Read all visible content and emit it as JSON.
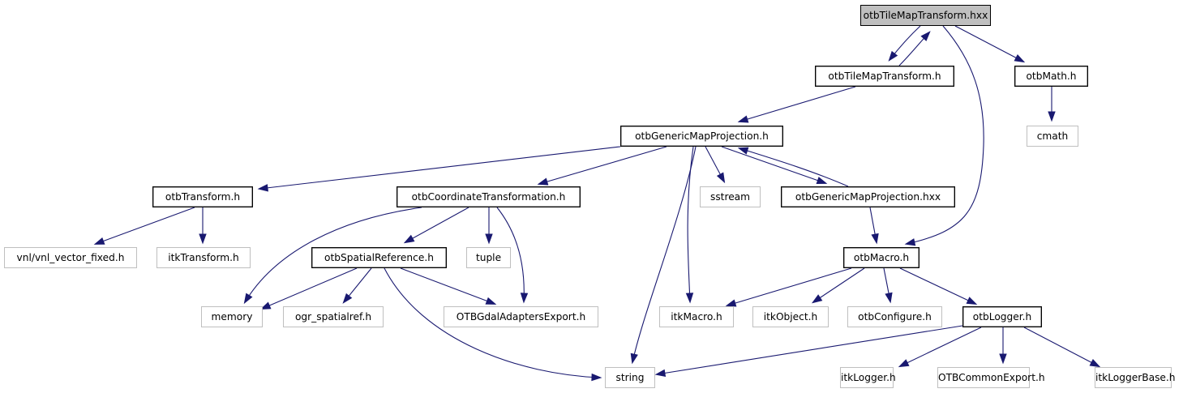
{
  "diagram": {
    "title": "otbTileMapTransform.hxx",
    "colors": {
      "edge": "#191970",
      "root_fill": "#bfbfbf",
      "local_border": "#000000",
      "system_border": "#bfbfbf"
    },
    "nodes": [
      {
        "id": "tilemap_hxx",
        "label": "otbTileMapTransform.hxx",
        "kind": "root"
      },
      {
        "id": "tilemap_h",
        "label": "otbTileMapTransform.h",
        "kind": "local"
      },
      {
        "id": "otbmath",
        "label": "otbMath.h",
        "kind": "local"
      },
      {
        "id": "cmath",
        "label": "cmath",
        "kind": "system"
      },
      {
        "id": "genericmap_h",
        "label": "otbGenericMapProjection.h",
        "kind": "local"
      },
      {
        "id": "transform_h",
        "label": "otbTransform.h",
        "kind": "local"
      },
      {
        "id": "coordtrans_h",
        "label": "otbCoordinateTransformation.h",
        "kind": "local"
      },
      {
        "id": "sstream",
        "label": "sstream",
        "kind": "system"
      },
      {
        "id": "genericmap_hxx",
        "label": "otbGenericMapProjection.hxx",
        "kind": "local"
      },
      {
        "id": "vnl",
        "label": "vnl/vnl_vector_fixed.h",
        "kind": "system"
      },
      {
        "id": "itktransform",
        "label": "itkTransform.h",
        "kind": "system"
      },
      {
        "id": "spatialref",
        "label": "otbSpatialReference.h",
        "kind": "local"
      },
      {
        "id": "tuple",
        "label": "tuple",
        "kind": "system"
      },
      {
        "id": "otbmacro",
        "label": "otbMacro.h",
        "kind": "local"
      },
      {
        "id": "memory",
        "label": "memory",
        "kind": "system"
      },
      {
        "id": "ogr",
        "label": "ogr_spatialref.h",
        "kind": "system"
      },
      {
        "id": "gdalexport",
        "label": "OTBGdalAdaptersExport.h",
        "kind": "system"
      },
      {
        "id": "itkmacro",
        "label": "itkMacro.h",
        "kind": "system"
      },
      {
        "id": "itkobject",
        "label": "itkObject.h",
        "kind": "system"
      },
      {
        "id": "otbconfigure",
        "label": "otbConfigure.h",
        "kind": "system"
      },
      {
        "id": "otblogger",
        "label": "otbLogger.h",
        "kind": "local"
      },
      {
        "id": "string",
        "label": "string",
        "kind": "system"
      },
      {
        "id": "itklogger",
        "label": "itkLogger.h",
        "kind": "system"
      },
      {
        "id": "commonexport",
        "label": "OTBCommonExport.h",
        "kind": "system"
      },
      {
        "id": "itkloggerbase",
        "label": "itkLoggerBase.h",
        "kind": "system"
      }
    ],
    "edges": [
      {
        "from": "tilemap_hxx",
        "to": "tilemap_h"
      },
      {
        "from": "tilemap_h",
        "to": "tilemap_hxx"
      },
      {
        "from": "tilemap_hxx",
        "to": "otbmath"
      },
      {
        "from": "tilemap_hxx",
        "to": "otbmacro"
      },
      {
        "from": "otbmath",
        "to": "cmath"
      },
      {
        "from": "tilemap_h",
        "to": "genericmap_h"
      },
      {
        "from": "genericmap_h",
        "to": "transform_h"
      },
      {
        "from": "genericmap_h",
        "to": "coordtrans_h"
      },
      {
        "from": "genericmap_h",
        "to": "sstream"
      },
      {
        "from": "genericmap_h",
        "to": "genericmap_hxx"
      },
      {
        "from": "genericmap_hxx",
        "to": "genericmap_h"
      },
      {
        "from": "genericmap_h",
        "to": "string"
      },
      {
        "from": "genericmap_h",
        "to": "itkmacro"
      },
      {
        "from": "transform_h",
        "to": "vnl"
      },
      {
        "from": "transform_h",
        "to": "itktransform"
      },
      {
        "from": "coordtrans_h",
        "to": "memory"
      },
      {
        "from": "coordtrans_h",
        "to": "spatialref"
      },
      {
        "from": "coordtrans_h",
        "to": "tuple"
      },
      {
        "from": "coordtrans_h",
        "to": "gdalexport"
      },
      {
        "from": "genericmap_hxx",
        "to": "otbmacro"
      },
      {
        "from": "spatialref",
        "to": "memory"
      },
      {
        "from": "spatialref",
        "to": "ogr"
      },
      {
        "from": "spatialref",
        "to": "gdalexport"
      },
      {
        "from": "spatialref",
        "to": "string"
      },
      {
        "from": "otbmacro",
        "to": "itkmacro"
      },
      {
        "from": "otbmacro",
        "to": "itkobject"
      },
      {
        "from": "otbmacro",
        "to": "otbconfigure"
      },
      {
        "from": "otbmacro",
        "to": "otblogger"
      },
      {
        "from": "otblogger",
        "to": "string"
      },
      {
        "from": "otblogger",
        "to": "itklogger"
      },
      {
        "from": "otblogger",
        "to": "commonexport"
      },
      {
        "from": "otblogger",
        "to": "itkloggerbase"
      }
    ]
  }
}
